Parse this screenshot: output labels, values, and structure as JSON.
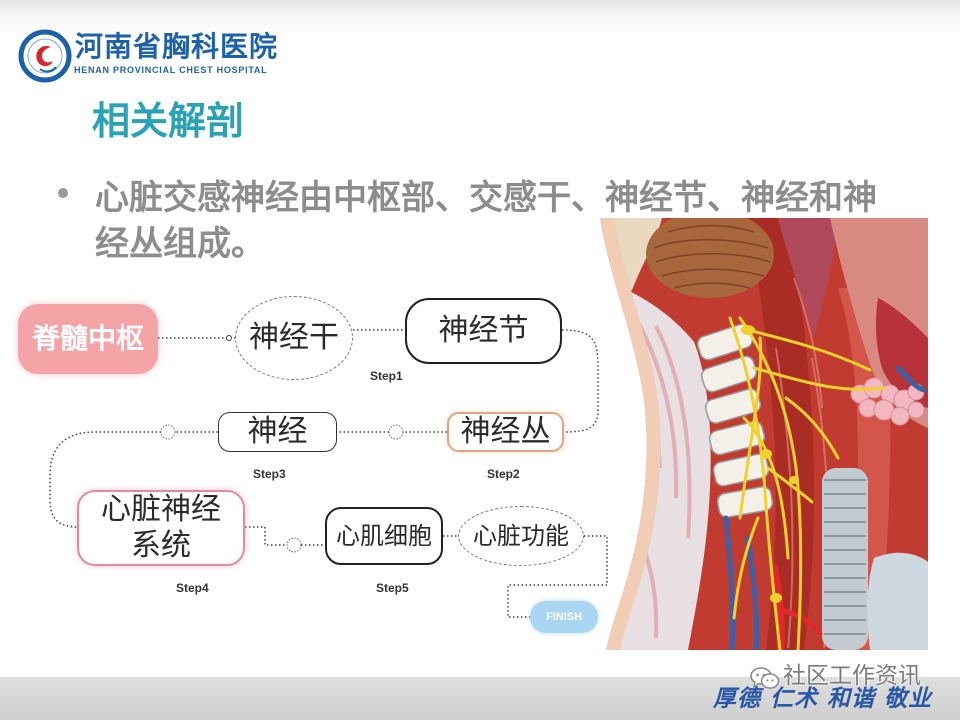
{
  "header": {
    "hospital_name_cn": "河南省胸科医院",
    "hospital_name_en": "HENAN PROVINCIAL CHEST HOSPITAL",
    "emblem_icon": "hospital-emblem-icon"
  },
  "slide": {
    "title": "相关解剖",
    "bullet": "心脏交感神经由中枢部、交感干、神经节、神经和神经丛组成。"
  },
  "flow": {
    "start": "脊髓中枢",
    "nodes": [
      "神经干",
      "神经节",
      "神经丛",
      "神经",
      "心脏神经系统",
      "心肌细胞",
      "心脏功能"
    ],
    "steps": [
      "Step1",
      "Step2",
      "Step3",
      "Step4",
      "Step5"
    ],
    "finish": "FINISH"
  },
  "footer": {
    "motto": "厚德 仁术 和谐 敬业"
  },
  "watermark": {
    "icon": "wechat-icon",
    "text": "社区工作资讯"
  },
  "colors": {
    "brand": "#1d62a8",
    "title": "#2ba2b4",
    "bullet": "#8d8d8d",
    "start": "#f4a4a7",
    "finish": "#a9d6f2",
    "motto": "#2a57a6"
  }
}
